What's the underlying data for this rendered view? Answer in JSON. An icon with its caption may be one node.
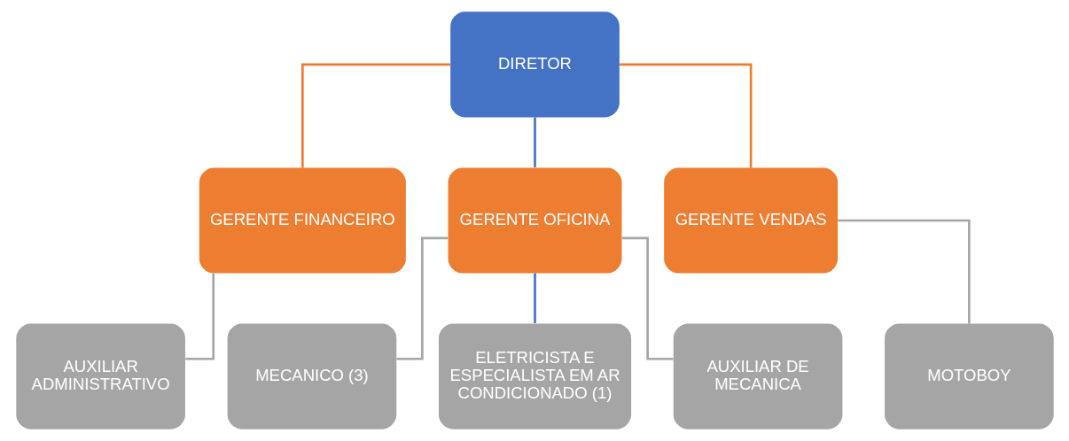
{
  "diagram": {
    "nodes": [
      {
        "text": [
          "DIRETOR"
        ]
      },
      {
        "text": [
          "GERENTE FINANCEIRO"
        ]
      },
      {
        "text": [
          "GERENTE OFICINA"
        ]
      },
      {
        "text": [
          "GERENTE VENDAS"
        ]
      },
      {
        "text": [
          "AUXILIAR ADMINISTRATIVO"
        ]
      },
      {
        "text": [
          "MECANICO (3)"
        ]
      },
      {
        "text": [
          "ELETRICISTA E ESPECIALISTA EM AR CONDICIONADO (1)"
        ]
      },
      {
        "text": [
          "AUXILIAR DE MECANICA"
        ]
      },
      {
        "text": [
          "MOTOBOY"
        ]
      }
    ],
    "edges": [
      {
        "from": 0,
        "to": 1,
        "arrow": "none",
        "color": "#ed7d31"
      },
      {
        "from": 0,
        "to": 2,
        "arrow": "none",
        "color": "#4472c4"
      },
      {
        "from": 0,
        "to": 3,
        "arrow": "none",
        "color": "#ed7d31"
      },
      {
        "from": 1,
        "to": 4,
        "arrow": "none"
      },
      {
        "from": 2,
        "to": 5,
        "arrow": "none"
      },
      {
        "from": 2,
        "to": 6,
        "arrow": "none",
        "color": "#4472c4"
      },
      {
        "from": 2,
        "to": 7,
        "arrow": "none"
      },
      {
        "from": 3,
        "to": 8,
        "arrow": "none"
      }
    ]
  }
}
